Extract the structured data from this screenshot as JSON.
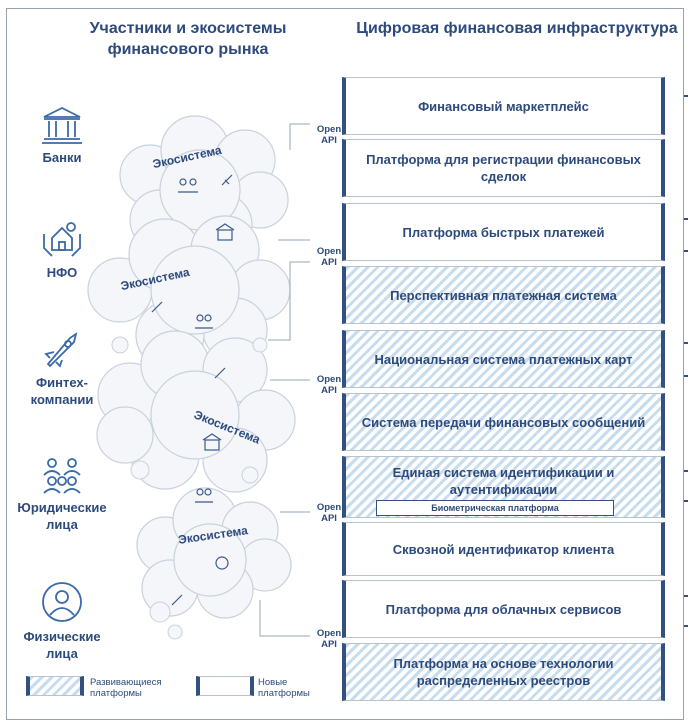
{
  "headers": {
    "left": "Участники и экосистемы финансового рынка",
    "right": "Цифровая финансовая инфраструктура"
  },
  "participants": [
    {
      "label": "Банки",
      "icon": "bank-icon"
    },
    {
      "label": "НФО",
      "icon": "nfo-house-hands-icon"
    },
    {
      "label": "Финтех-компании",
      "icon": "fintech-rocket-icon"
    },
    {
      "label": "Юридические лица",
      "icon": "legal-entities-group-icon"
    },
    {
      "label": "Физические лица",
      "icon": "person-icon"
    }
  ],
  "ecosystems": [
    "Экосистема",
    "Экосистема",
    "Экосистема",
    "Экосистема"
  ],
  "api_label": {
    "line1": "Open",
    "line2": "API"
  },
  "platforms": [
    {
      "label": "Финансовый маркетплейс",
      "kind": "new"
    },
    {
      "label": "Платформа для регистрации финансовых сделок",
      "kind": "new"
    },
    {
      "label": "Платформа быстрых платежей",
      "kind": "new"
    },
    {
      "label": "Перспективная платежная система",
      "kind": "developing"
    },
    {
      "label": "Национальная система платежных карт",
      "kind": "developing"
    },
    {
      "label": "Система передачи финансовых сообщений",
      "kind": "developing"
    },
    {
      "label": "Единая система идентификации и аутентификации",
      "kind": "developing"
    },
    {
      "label": "Сквозной идентификатор клиента",
      "kind": "new"
    },
    {
      "label": "Платформа для облачных сервисов",
      "kind": "new"
    },
    {
      "label": "Платформа на основе технологии распределенных реестров",
      "kind": "developing"
    }
  ],
  "sub_platform": "Биометрическая платформа",
  "legend": {
    "developing": "Развивающиеся платформы",
    "new": "Новые платформы"
  },
  "colors": {
    "primary": "#2d4a7c",
    "border": "#33507f",
    "hatch": "#c7ddef",
    "cloud_fill": "#f4f6f9",
    "cloud_stroke": "#c9d1dc"
  }
}
